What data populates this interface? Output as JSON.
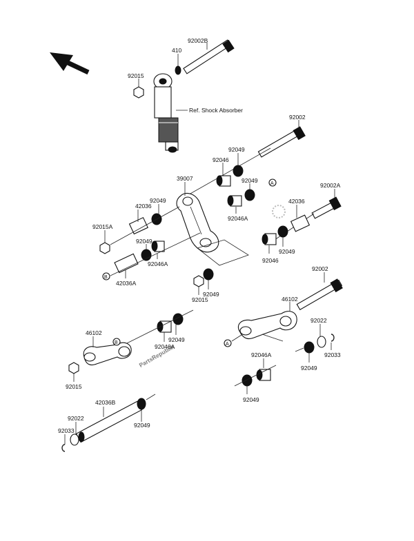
{
  "watermark": "PartsRepublik",
  "ref_label": "Ref. Shock Absorber",
  "markers": {
    "a": "A",
    "b": "B"
  },
  "labels": {
    "l_92002b": "92002B",
    "l_410": "410",
    "l_92015_top": "92015",
    "l_92002_top": "92002",
    "l_92049_a": "92049",
    "l_92046_a": "92046",
    "l_39007": "39007",
    "l_92049_b": "92049",
    "l_92002a": "92002A",
    "l_92049_c": "92049",
    "l_42036_left": "42036",
    "l_42036_right": "42036",
    "l_92015a": "92015A",
    "l_92046a_top": "92046A",
    "l_92049_d": "92049",
    "l_92046a_left": "92046A",
    "l_92046_b": "92046",
    "l_92049_e": "92049",
    "l_42036a": "42036A",
    "l_92015_mid": "92015",
    "l_92049_f": "92049",
    "l_92002_mid": "92002",
    "l_46102_right": "46102",
    "l_92022_right": "92022",
    "l_46102_left": "46102",
    "l_92049_g": "92049",
    "l_92046a_mid": "92046A",
    "l_92033_right": "92033",
    "l_92049_h": "92049",
    "l_92046a_low": "92046A",
    "l_92015_low": "92015",
    "l_92049_i": "92049",
    "l_42036b": "42036B",
    "l_92022_left": "92022",
    "l_92033_left": "92033",
    "l_92049_j": "92049"
  }
}
